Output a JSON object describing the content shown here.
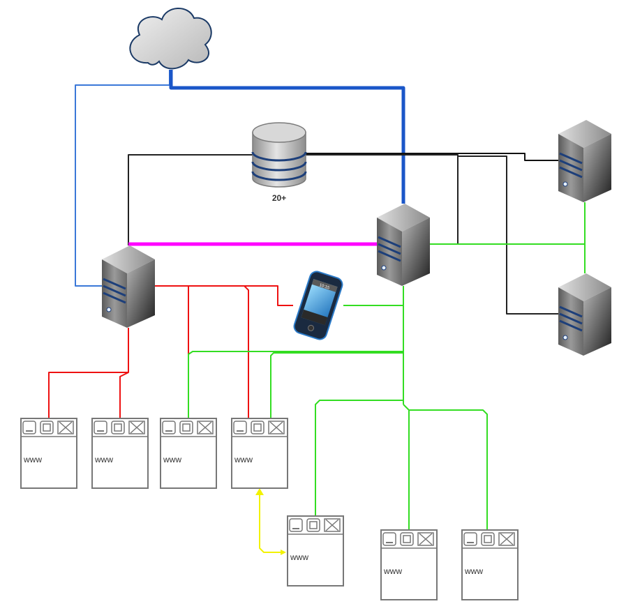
{
  "colors": {
    "background": "#ffffff",
    "cloud_fill": "#d4d4d4",
    "cloud_stroke": "#1b3a66",
    "link_cloud_thin": "#3a78d8",
    "link_cloud_thick": "#1a56c8",
    "link_black": "#222222",
    "link_magenta": "#ff00ff",
    "link_red": "#ee1111",
    "link_green": "#33dd22",
    "link_yellow": "#f2f200",
    "server_dark": "#3a3a3a",
    "server_light": "#c8c8c8",
    "server_stripe": "#1d3f7a",
    "browser_stroke": "#777777",
    "database_fill": "#c0c0c0",
    "database_stripe": "#1d3f7a"
  },
  "nodes": {
    "cloud": {
      "icon": "cloud-icon"
    },
    "database": {
      "icon": "database-icon",
      "label": "20+"
    },
    "server_left": {
      "icon": "server-icon"
    },
    "server_center": {
      "icon": "server-icon"
    },
    "server_right_top": {
      "icon": "server-icon"
    },
    "server_right_bottom": {
      "icon": "server-icon"
    },
    "phone": {
      "icon": "smartphone-icon",
      "screen_time": "10:15"
    },
    "browsers": [
      {
        "label": "www"
      },
      {
        "label": "www"
      },
      {
        "label": "www"
      },
      {
        "label": "www"
      },
      {
        "label": "www"
      },
      {
        "label": "www"
      },
      {
        "label": "www"
      }
    ]
  }
}
